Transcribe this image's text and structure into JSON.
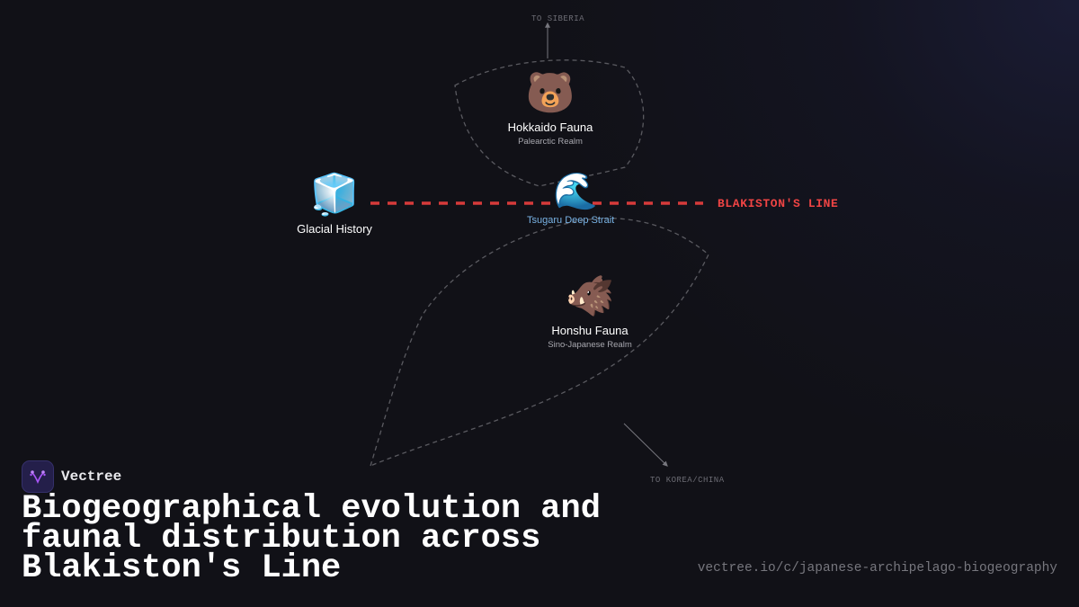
{
  "diagram": {
    "nodes": {
      "hokkaido": {
        "icon": "bear-icon",
        "emoji": "🐻",
        "title": "Hokkaido Fauna",
        "subtitle": "Palearctic Realm"
      },
      "glacial": {
        "icon": "ice-cube-icon",
        "emoji": "🧊",
        "title": "Glacial History"
      },
      "strait": {
        "icon": "water-wave-icon",
        "emoji": "🌊",
        "title": "Tsugaru Deep Strait"
      },
      "honshu": {
        "icon": "boar-icon",
        "emoji": "🐗",
        "title": "Honshu Fauna",
        "subtitle": "Sino-Japanese Realm"
      }
    },
    "boundary": {
      "label": "BLAKISTON'S LINE",
      "color": "#ef4444"
    },
    "annotations": {
      "north": "TO SIBERIA",
      "southwest": "TO KOREA/CHINA"
    },
    "colors": {
      "background": "#111117",
      "strait_label": "#7ab4e6",
      "region_outline": "#5a5a60",
      "boundary_line": "#d63a3a"
    }
  },
  "brand": {
    "name": "Vectree",
    "accent": "#a855f7"
  },
  "title": "Biogeographical evolution and faunal distribution across Blakiston's Line",
  "url": "vectree.io/c/japanese-archipelago-biogeography"
}
